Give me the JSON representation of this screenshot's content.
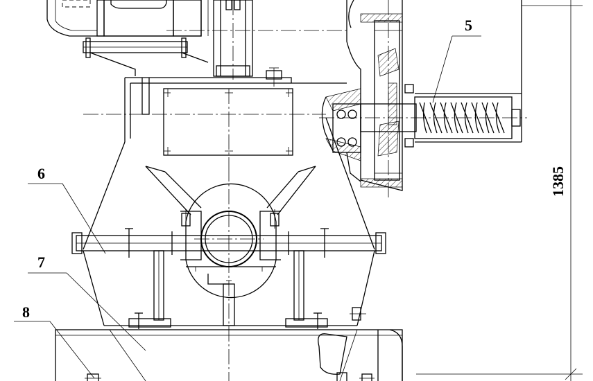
{
  "drawing": {
    "callouts": [
      "5",
      "6",
      "7",
      "8"
    ],
    "dimension": "1385"
  }
}
